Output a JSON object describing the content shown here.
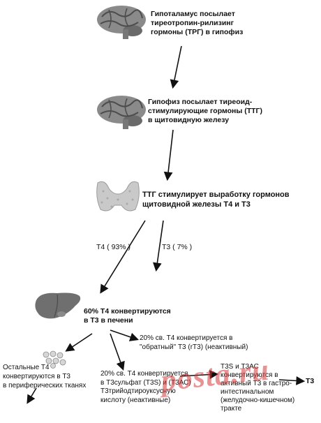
{
  "steps": {
    "hypothalamus": [
      "Гипоталамус посылает",
      "тиреотропин-рилизинг",
      "гормоны (ТРГ) в гипофиз"
    ],
    "pituitary": [
      "Гипофиз посылает тиреоид-",
      "стимулирующие гормоны  (ТТГ)",
      "в щитовидную железу"
    ],
    "thyroid": [
      "ТТГ стимулирует выработку гормонов",
      "щитовидной железы Т4 и Т3"
    ],
    "liver": [
      "60% Т4 конвертируются",
      "в Т3 в печени"
    ],
    "reverse_t3": [
      "20% св. Т4 конвертируется в",
      "\"обратный\" Т3 (rТ3) (неактивный)"
    ],
    "peripheral": [
      "Остальные Т4",
      "конвертируются в Т3",
      "в периферических тканях"
    ],
    "sulfate": [
      "20% св. Т4 конвертируется",
      "в Т3сульфат (Т3S) и (Т3АС)",
      "Т3трийодтироуксусную",
      "кислоту (неактивные)"
    ],
    "gut": [
      "Т3S и Т3АС",
      "конвертируются в",
      "активный Т3 в гастро-",
      "интестинальном",
      "(желудочно-кишечном)",
      "тракте"
    ],
    "t3_final": "Т3"
  },
  "branches": {
    "t4_label": "Т4 ( 93% )",
    "t3_label": "Т3  ( 7% )"
  },
  "watermark": "posta.ru",
  "colors": {
    "brain": "#8a8a8a",
    "thyroid": "#c9c9c9",
    "liver": "#6f6f6f",
    "arrow": "#111111",
    "watermark": "#d63a3a"
  },
  "icons": [
    "brain-icon",
    "brain-icon",
    "thyroid-icon",
    "liver-icon",
    "cells-icon"
  ]
}
